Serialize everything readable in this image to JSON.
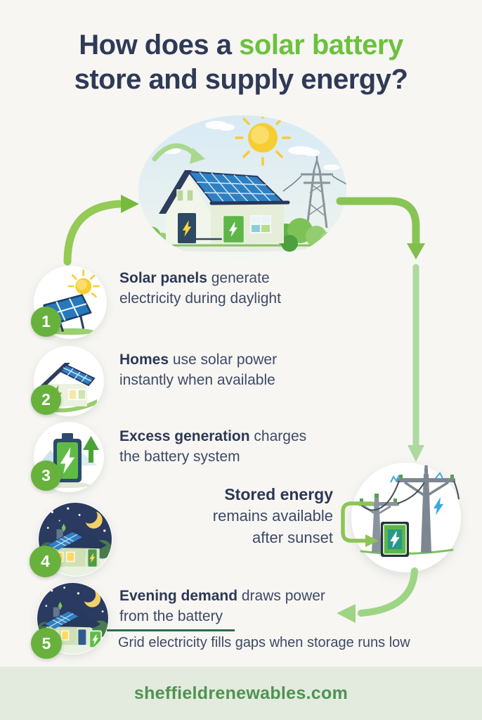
{
  "title": {
    "line1_prefix": "How does a ",
    "line1_highlight": "solar battery",
    "line2": "store and supply energy?"
  },
  "steps": [
    {
      "number": "1",
      "bold": "Solar panels",
      "rest": " generate electricity during daylight",
      "icon": "solar-panel-sun-icon"
    },
    {
      "number": "2",
      "bold": "Homes",
      "rest": " use solar power instantly when available",
      "icon": "solar-home-icon"
    },
    {
      "number": "3",
      "bold": "Excess generation",
      "rest": " charges the battery system",
      "icon": "charging-battery-icon"
    },
    {
      "number": "4",
      "bold": "Stored energy",
      "rest": "remains available after sunset",
      "icon": "night-home-icon"
    },
    {
      "number": "5",
      "bold": "Evening demand",
      "rest": " draws power from the battery",
      "icon": "night-home-battery-icon"
    }
  ],
  "note": "Grid electricity fills gaps when storage runs low",
  "footer": {
    "website": "sheffieldrenewables.com"
  },
  "colors": {
    "accent_green": "#6cc13e",
    "heading_navy": "#2f3a57",
    "badge_green": "#68b13c",
    "arrow_green": "#8cc556",
    "panel_blue": "#2f80c3",
    "night_navy": "#2b3a60",
    "footer_bg": "#e3ebde",
    "footer_text": "#4e9352"
  }
}
